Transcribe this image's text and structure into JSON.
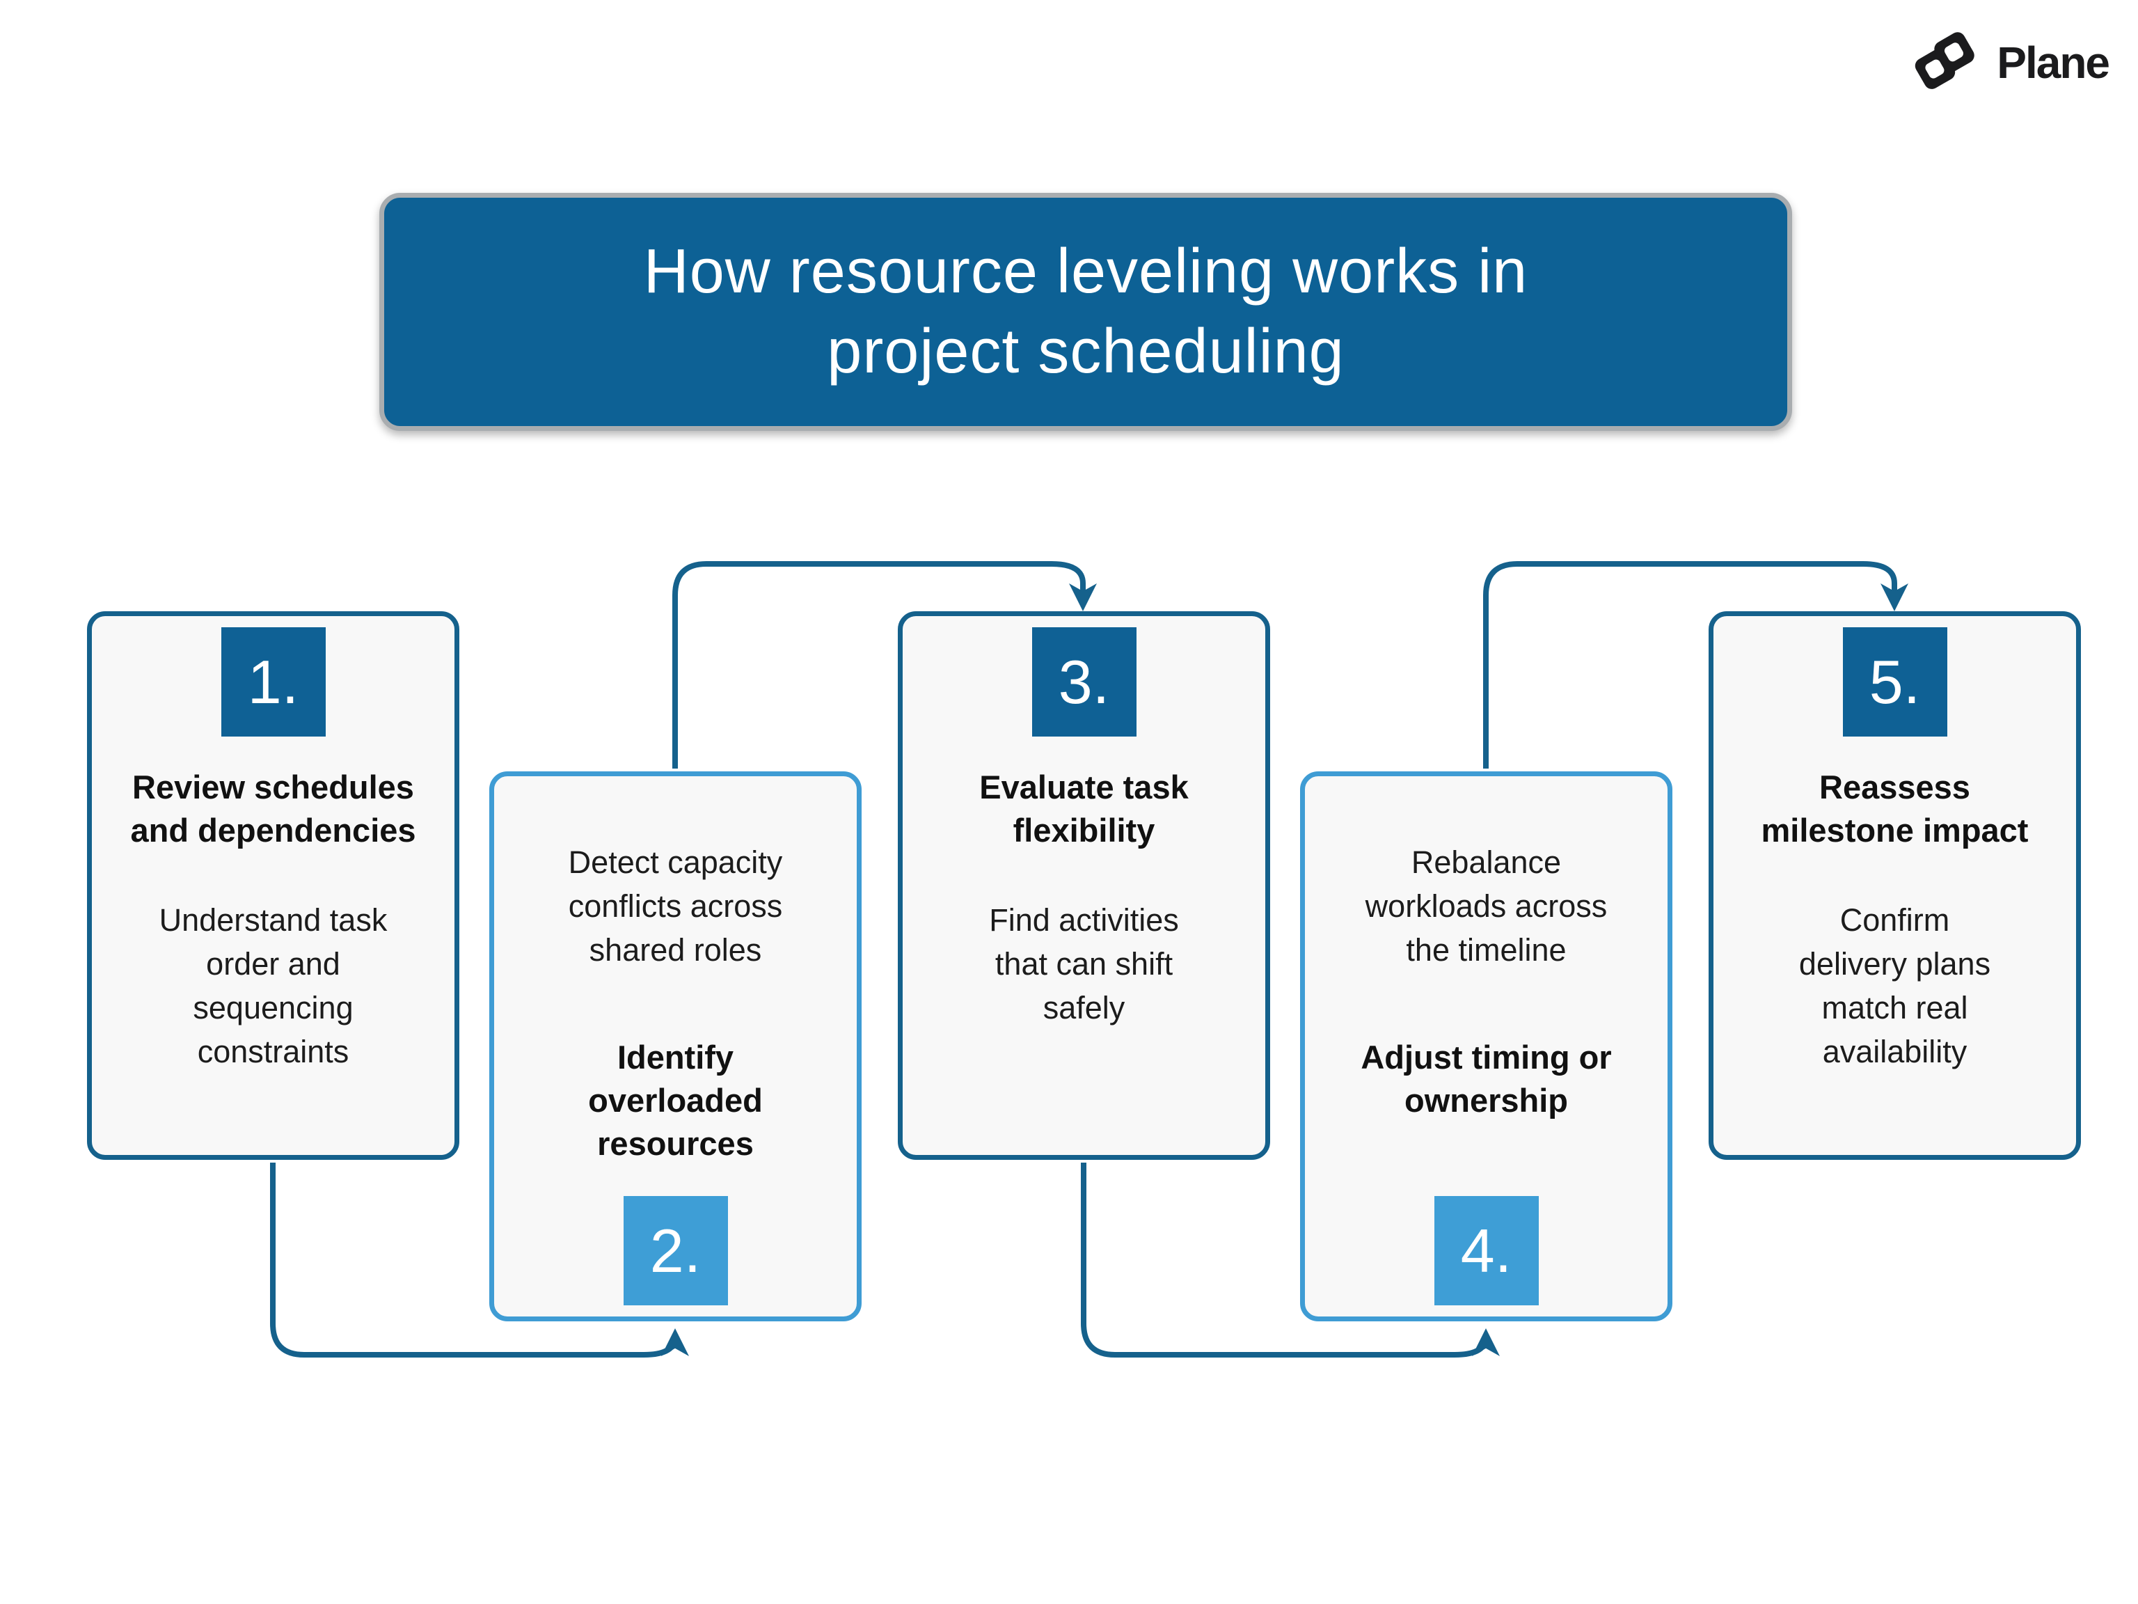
{
  "logo": {
    "text": "Plane",
    "color": "#1b1b1d"
  },
  "title": {
    "text": "How resource leveling works in\nproject scheduling",
    "background": "#0d6195",
    "text_color": "#ffffff",
    "border_color": "#a9adb0"
  },
  "colors": {
    "dark_blue": "#0f6195",
    "dark_blue_border": "#15618c",
    "light_blue": "#3e9ed6",
    "light_blue_border": "#3f9cd4",
    "card_background": "#f8f8f8",
    "connector": "#15618c",
    "body_text": "#1c1c1c"
  },
  "steps": [
    {
      "number": "1.",
      "heading": "Review schedules\nand dependencies",
      "body": "Understand task\norder and\nsequencing\nconstraints",
      "variant": "dark",
      "number_position": "top"
    },
    {
      "number": "2.",
      "heading": "Identify\noverloaded\nresources",
      "body": "Detect capacity\nconflicts across\nshared roles",
      "variant": "light",
      "number_position": "bottom"
    },
    {
      "number": "3.",
      "heading": "Evaluate task\nflexibility",
      "body": "Find activities\nthat can shift\nsafely",
      "variant": "dark",
      "number_position": "top"
    },
    {
      "number": "4.",
      "heading": "Adjust timing or\nownership",
      "body": "Rebalance\nworkloads across\nthe timeline",
      "variant": "light",
      "number_position": "bottom"
    },
    {
      "number": "5.",
      "heading": "Reassess\nmilestone impact",
      "body": "Confirm\ndelivery plans\nmatch real\navailability",
      "variant": "dark",
      "number_position": "top"
    }
  ],
  "connectors": [
    {
      "from": "step-2-top",
      "to": "step-3-top",
      "direction": "down"
    },
    {
      "from": "step-4-top",
      "to": "step-5-top",
      "direction": "down"
    },
    {
      "from": "step-1-bottom",
      "to": "step-2-bottom",
      "direction": "up"
    },
    {
      "from": "step-3-bottom",
      "to": "step-4-bottom",
      "direction": "up"
    }
  ]
}
